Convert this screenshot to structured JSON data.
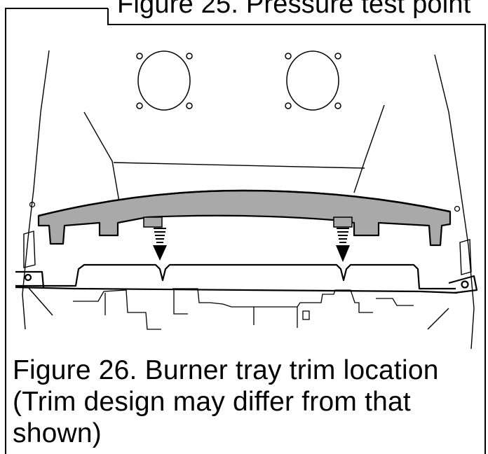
{
  "previous_figure_caption": "Figure 25. Pressure test point",
  "figure_caption": {
    "line1": "Figure 26. Burner tray trim location",
    "line2": "(Trim design may differ from that",
    "line3": "shown)"
  },
  "colors": {
    "ink": "#000000",
    "trim_fill": "#a9a9a9",
    "background": "#ffffff"
  }
}
